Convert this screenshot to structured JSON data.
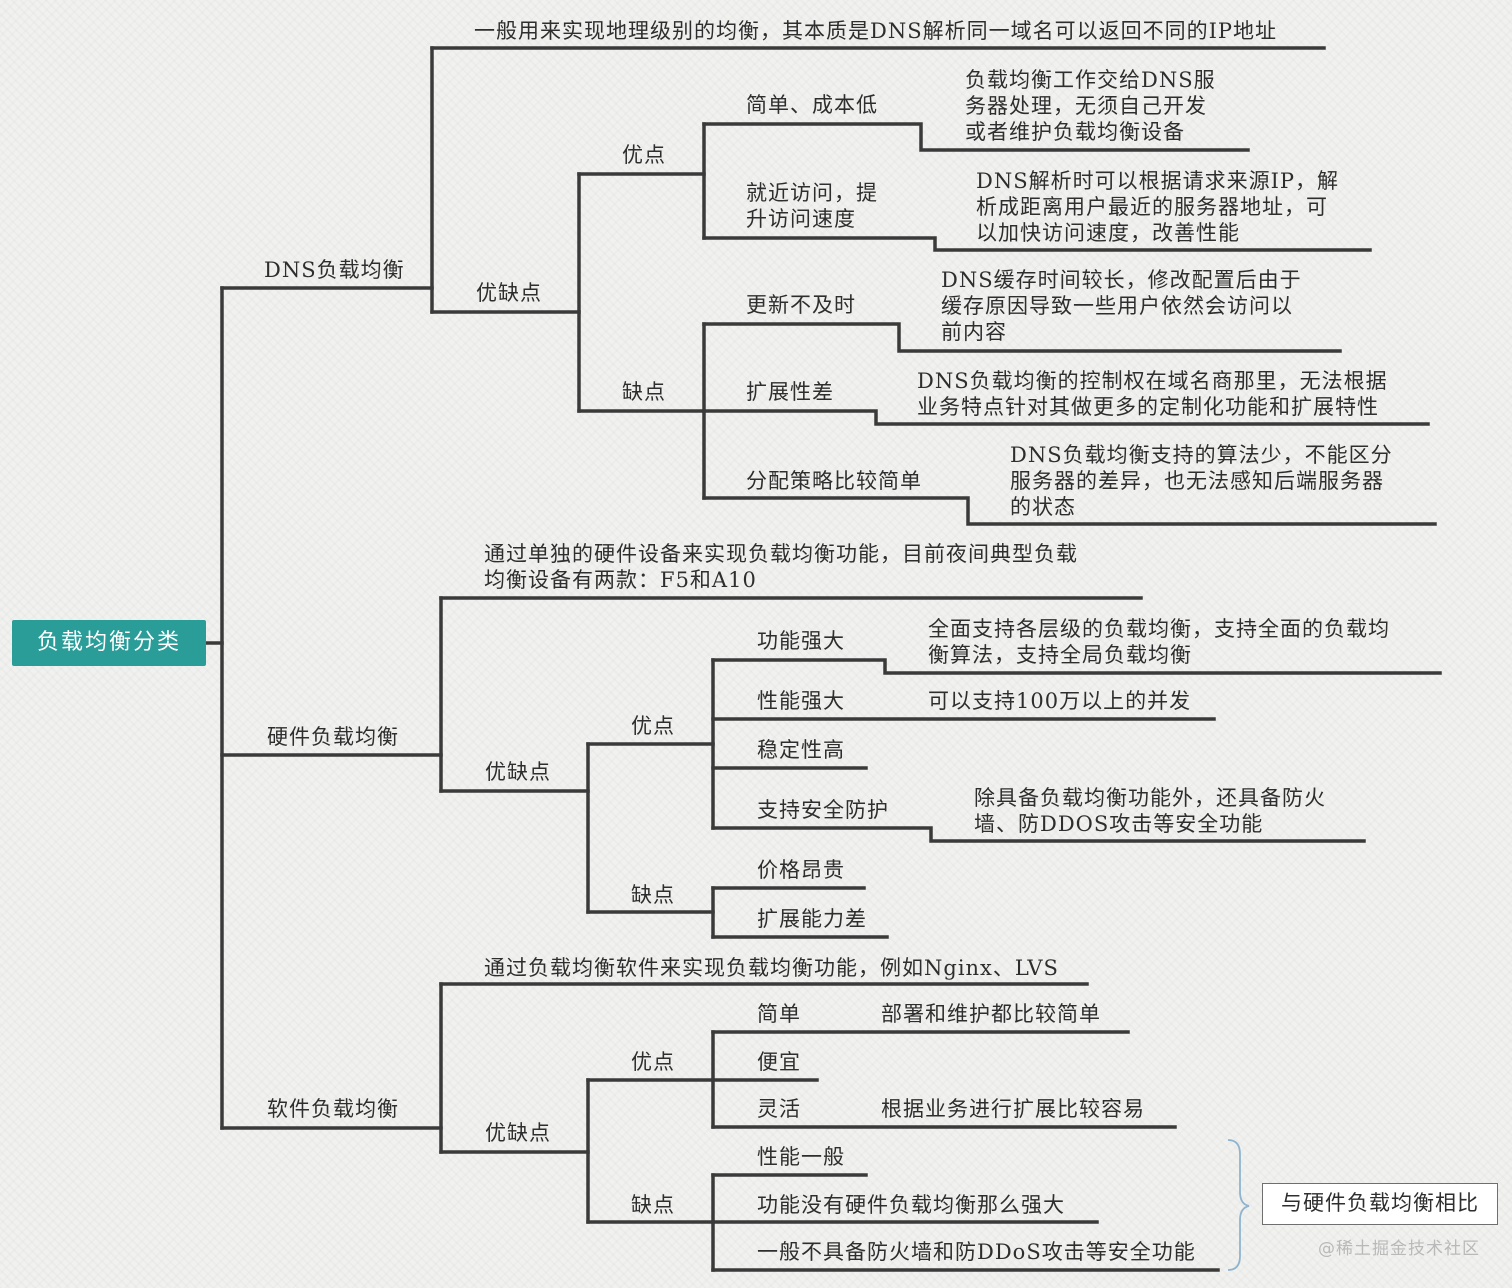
{
  "root": "负载均衡分类",
  "dns": {
    "title": "DNS负载均衡",
    "desc": "一般用来实现地理级别的均衡，其本质是DNS解析同一域名可以返回不同的IP地址",
    "proscons": "优缺点",
    "pros": {
      "label": "优点",
      "items": [
        {
          "label": "简单、成本低",
          "detail": "负载均衡工作交给DNS服\n务器处理，无须自己开发\n或者维护负载均衡设备"
        },
        {
          "label": "就近访问，提\n升访问速度",
          "detail": "DNS解析时可以根据请求来源IP，解\n析成距离用户最近的服务器地址，可\n以加快访问速度，改善性能"
        }
      ]
    },
    "cons": {
      "label": "缺点",
      "items": [
        {
          "label": "更新不及时",
          "detail": "DNS缓存时间较长，修改配置后由于\n缓存原因导致一些用户依然会访问以\n前内容"
        },
        {
          "label": "扩展性差",
          "detail": "DNS负载均衡的控制权在域名商那里，无法根据\n业务特点针对其做更多的定制化功能和扩展特性"
        },
        {
          "label": "分配策略比较简单",
          "detail": "DNS负载均衡支持的算法少，不能区分\n服务器的差异，也无法感知后端服务器\n的状态"
        }
      ]
    }
  },
  "hardware": {
    "title": "硬件负载均衡",
    "desc": "通过单独的硬件设备来实现负载均衡功能，目前夜间典型负载\n均衡设备有两款：F5和A10",
    "proscons": "优缺点",
    "pros": {
      "label": "优点",
      "items": [
        {
          "label": "功能强大",
          "detail": "全面支持各层级的负载均衡，支持全面的负载均\n衡算法，支持全局负载均衡"
        },
        {
          "label": "性能强大",
          "detail": "可以支持100万以上的并发"
        },
        {
          "label": "稳定性高",
          "detail": ""
        },
        {
          "label": "支持安全防护",
          "detail": "除具备负载均衡功能外，还具备防火\n墙、防DDOS攻击等安全功能"
        }
      ]
    },
    "cons": {
      "label": "缺点",
      "items": [
        {
          "label": "价格昂贵",
          "detail": ""
        },
        {
          "label": "扩展能力差",
          "detail": ""
        }
      ]
    }
  },
  "software": {
    "title": "软件负载均衡",
    "desc": "通过负载均衡软件来实现负载均衡功能，例如Nginx、LVS",
    "proscons": "优缺点",
    "pros": {
      "label": "优点",
      "items": [
        {
          "label": "简单",
          "detail": "部署和维护都比较简单"
        },
        {
          "label": "便宜",
          "detail": ""
        },
        {
          "label": "灵活",
          "detail": "根据业务进行扩展比较容易"
        }
      ]
    },
    "cons": {
      "label": "缺点",
      "items": [
        {
          "label": "性能一般",
          "detail": ""
        },
        {
          "label": "功能没有硬件负载均衡那么强大",
          "detail": ""
        },
        {
          "label": "一般不具备防火墙和防DDoS攻击等安全功能",
          "detail": ""
        }
      ]
    },
    "callout": "与硬件负载均衡相比"
  },
  "watermark": "@稀土掘金技术社区",
  "colors": {
    "line": "#3a3a3a",
    "root_fill": "#2a9d99",
    "root_text": "#ffffff",
    "brace": "#8fb4cf"
  }
}
